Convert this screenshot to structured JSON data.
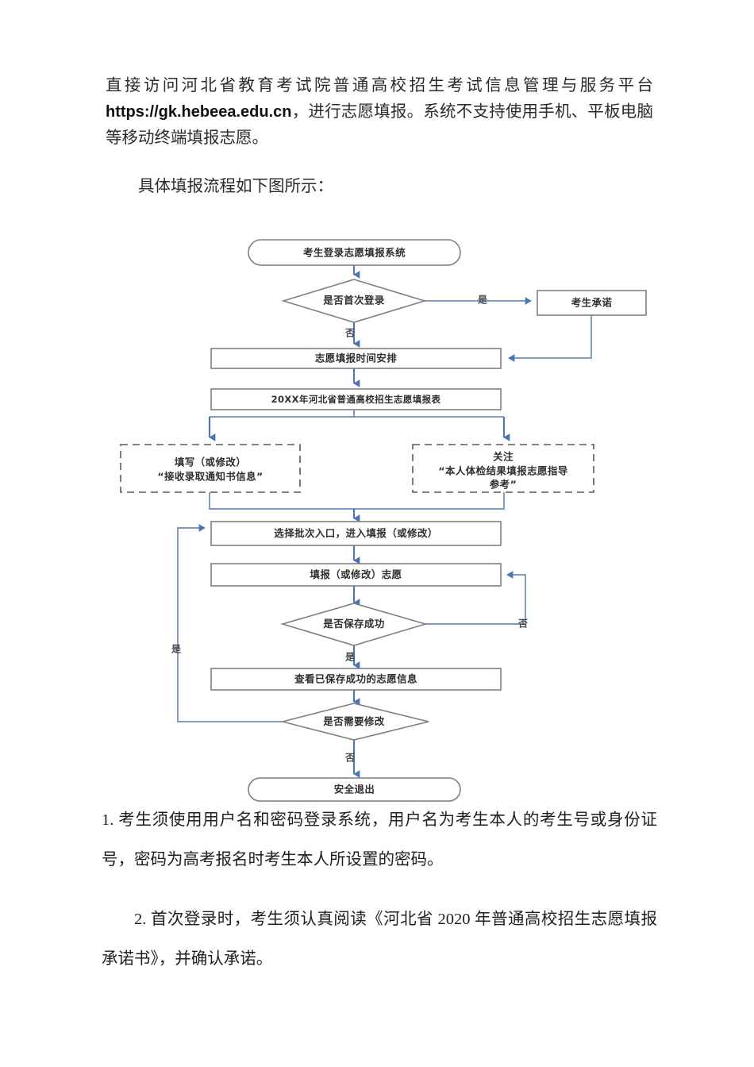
{
  "document": {
    "intro_before_url": "直接访问河北省教育考试院普通高校招生考试信息管理与服务平台",
    "intro_url": "https://gk.hebeea.edu.cn",
    "intro_after_url": "，进行志愿填报。系统不支持使用手机、平板电脑等移动终端填报志愿。",
    "leadin": "具体填报流程如下图所示：",
    "paragraph_1": "1. 考生须使用用户名和密码登录系统，用户名为考生本人的考生号或身份证号，密码为高考报名时考生本人所设置的密码。",
    "paragraph_2": "2. 首次登录时，考生须认真阅读《河北省 2020 年普通高校招生志愿填报承诺书》，并确认承诺。"
  },
  "flowchart": {
    "title": "志愿填报流程图",
    "colors": {
      "connector": "#6b8dba",
      "arrow": "#4a77ad",
      "node_border": "#7f7f7f",
      "dashed_border": "#5a5a5a",
      "node_fill": "#ffffff",
      "text": "#2f2f2f"
    },
    "nodes": [
      {
        "id": "start",
        "shape": "stadium",
        "label": "考生登录志愿填报系统"
      },
      {
        "id": "first_login",
        "shape": "diamond",
        "label": "是否首次登录"
      },
      {
        "id": "promise",
        "shape": "rect",
        "label": "考生承诺"
      },
      {
        "id": "schedule",
        "shape": "rect",
        "label": "志愿填报时间安排"
      },
      {
        "id": "form",
        "shape": "rect",
        "label": "20XX年河北省普通高校招生志愿填报表"
      },
      {
        "id": "fill_notice",
        "shape": "dashed",
        "label_line1": "填写（或修改）",
        "label_line2": "“接收录取通知书信息”"
      },
      {
        "id": "health_note",
        "shape": "dashed",
        "label_line1": "关注",
        "label_line2": "“本人体检结果填报志愿指导",
        "label_line3": "参考”"
      },
      {
        "id": "choose_batch",
        "shape": "rect",
        "label": "选择批次入口，进入填报（或修改）"
      },
      {
        "id": "fill_wish",
        "shape": "rect",
        "label": "填报（或修改）志愿"
      },
      {
        "id": "save_ok",
        "shape": "diamond",
        "label": "是否保存成功"
      },
      {
        "id": "view_saved",
        "shape": "rect",
        "label": "查看已保存成功的志愿信息"
      },
      {
        "id": "need_modify",
        "shape": "diamond",
        "label": "是否需要修改"
      },
      {
        "id": "exit",
        "shape": "stadium",
        "label": "安全退出"
      }
    ],
    "edge_labels": {
      "first_login_yes": "是",
      "first_login_no": "否",
      "save_ok_no": "否",
      "save_ok_yes": "是",
      "need_modify_yes": "是",
      "need_modify_no": "否"
    }
  }
}
